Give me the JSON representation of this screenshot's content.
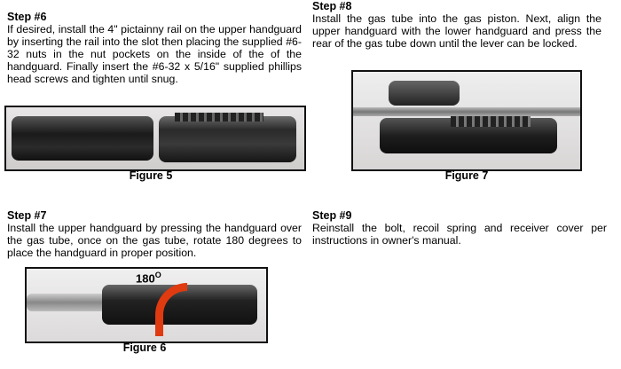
{
  "steps": [
    {
      "title": "Step #6",
      "text": "If desired, install the 4\" pictainny rail on the upper handguard by inserting the rail into the slot then placing the supplied #6-32 nuts in the nut pockets on the inside of the of the handguard. Finally insert the #6-32 x 5/16\" supplied phillips head screws and tighten until snug."
    },
    {
      "title": "Step #8",
      "text": "Install the gas tube into the gas piston. Next, align the upper handguard with the lower handguard and press the rear of the gas tube down until the lever can be locked."
    },
    {
      "title": "Step #7",
      "text": "Install the upper handguard by pressing the handguard over the gas tube, once on the gas tube, rotate 180 degrees to place the handguard in proper position."
    },
    {
      "title": "Step #9",
      "text": "Reinstall the bolt, recoil spring and receiver cover per instructions in owner's manual."
    }
  ],
  "figures": {
    "fig5": "Figure 5",
    "fig7": "Figure 7",
    "fig6": "Figure 6",
    "rotation_label": "180",
    "degree_symbol": "O"
  }
}
